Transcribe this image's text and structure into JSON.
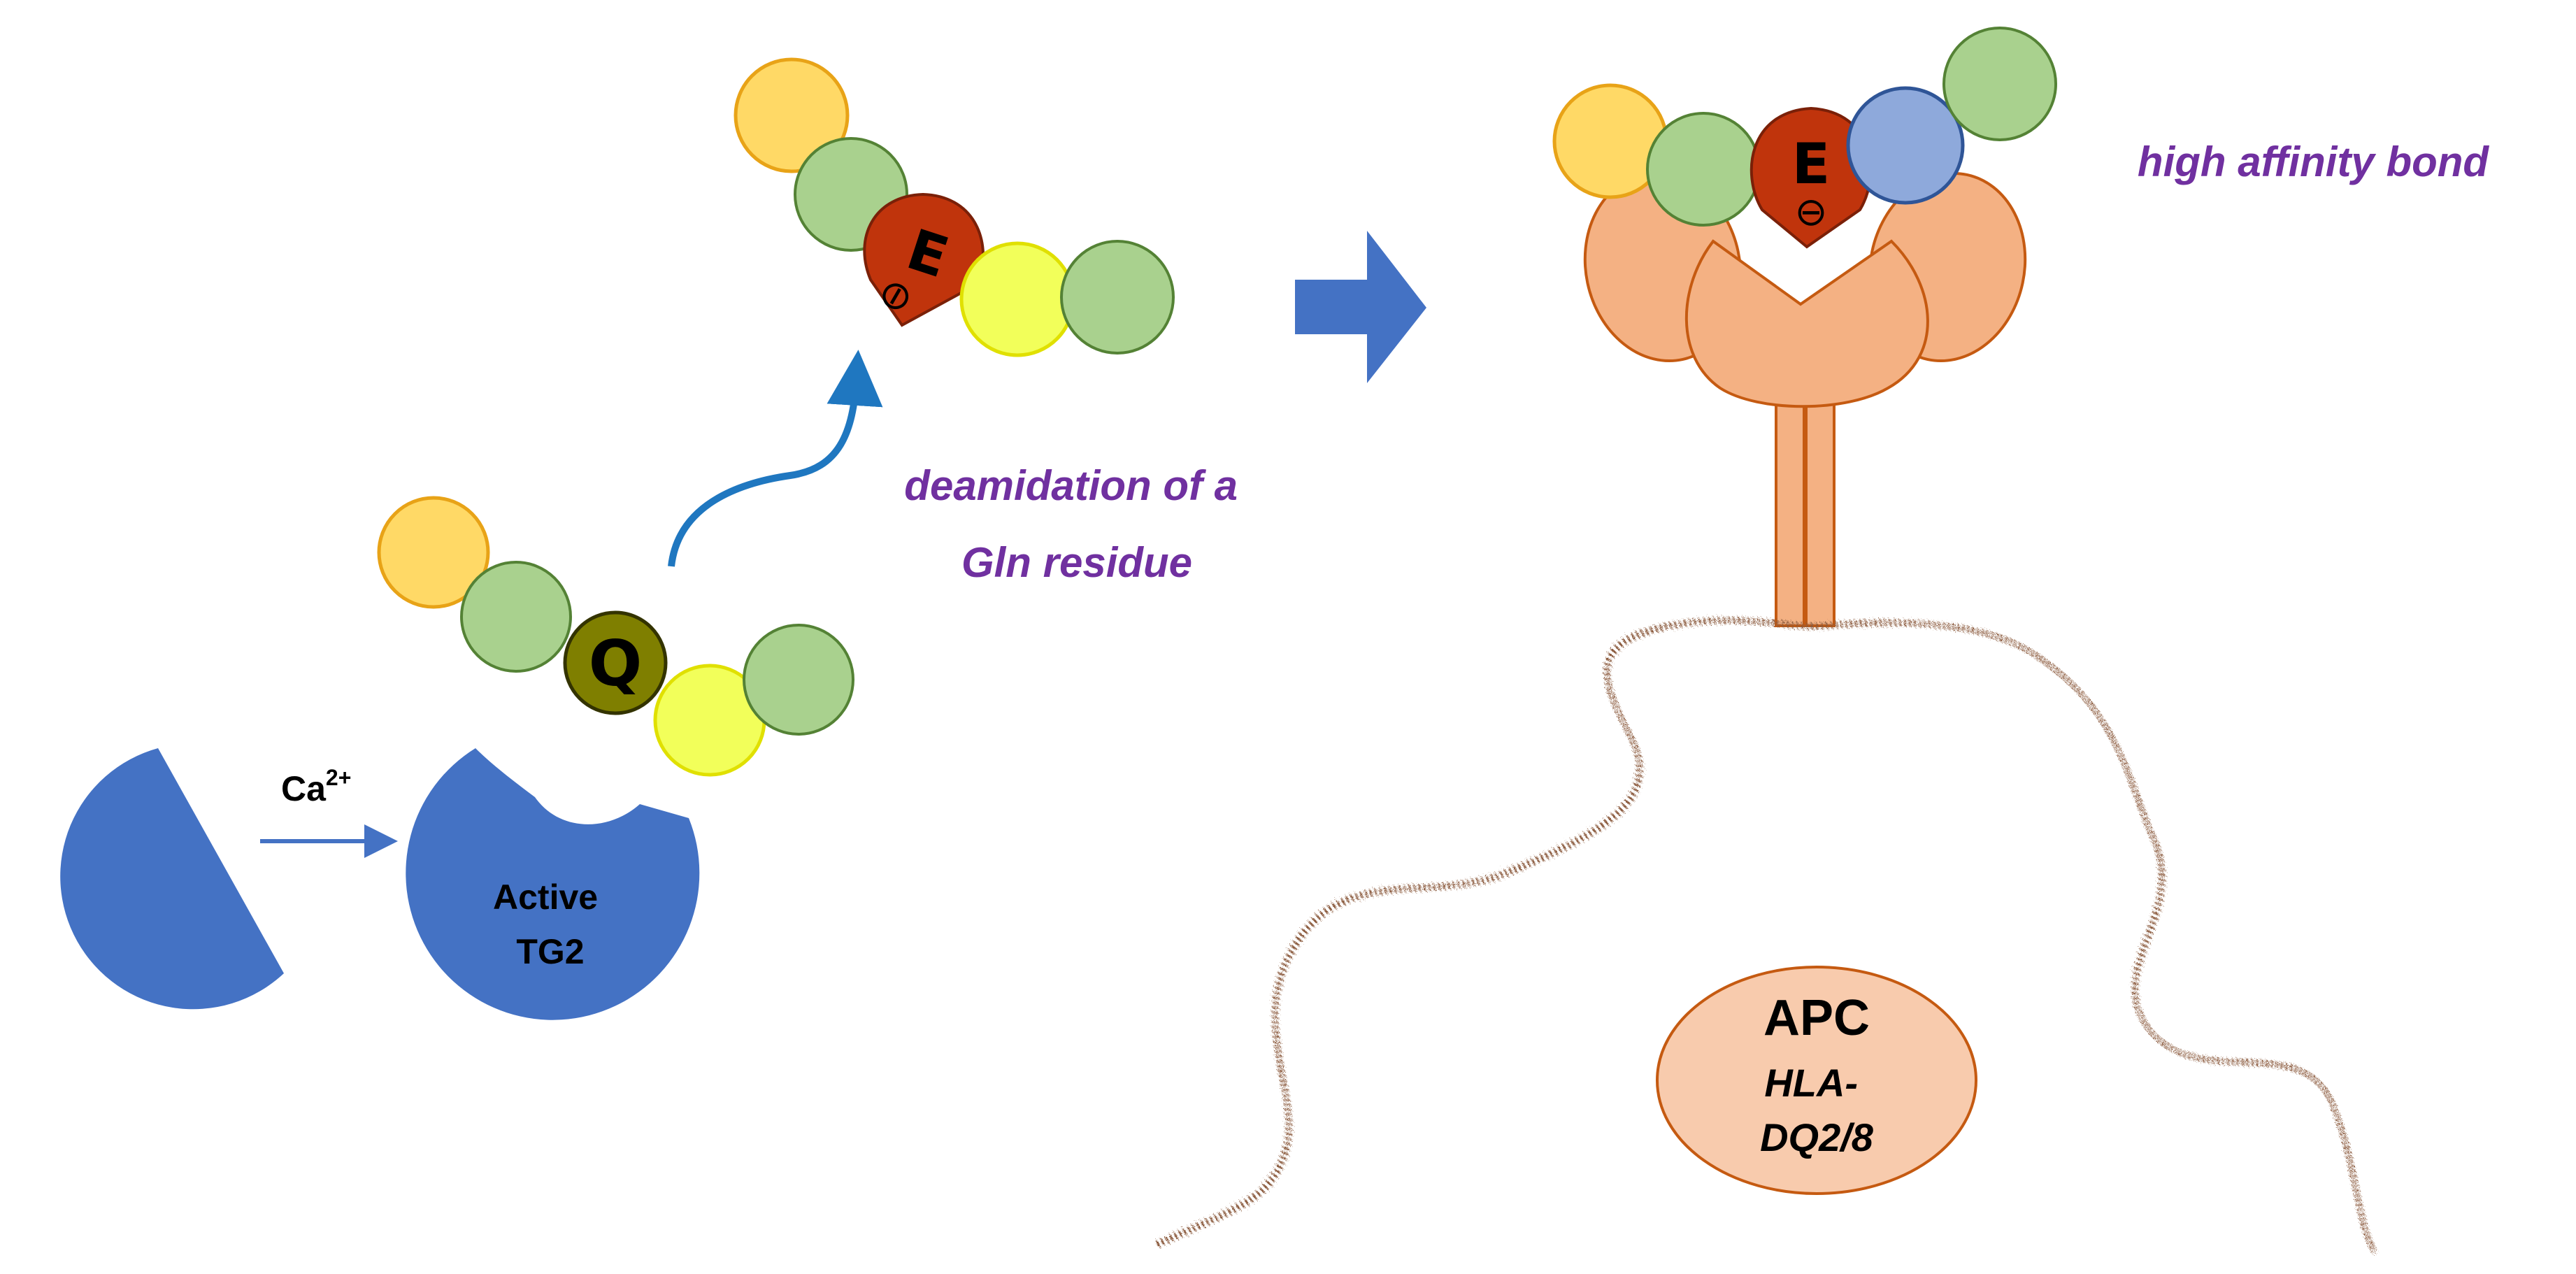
{
  "colors": {
    "enzyme_blue": "#4472C4",
    "arrow_blue": "#1F77C0",
    "peptide_orange": "#FFD966",
    "peptide_orange_stroke": "#E8A317",
    "peptide_green": "#A9D18E",
    "peptide_green_stroke": "#548235",
    "peptide_yellow": "#F2FF5A",
    "peptide_yellow_stroke": "#E0E000",
    "residue_q": "#7F7F00",
    "residue_e": "#C0340C",
    "peptide_blue": "#8EA9DB",
    "hla_fill": "#F4B183",
    "hla_stroke": "#C55A11",
    "apc_fill": "#F8CBAD",
    "membrane": "#8B5A3C",
    "label_purple": "#7030A0"
  },
  "inactive_enzyme": {
    "icon": "pac-shape"
  },
  "activation": {
    "ion_label": "Ca",
    "ion_charge": "2+"
  },
  "active_enzyme": {
    "label_line1": "Active",
    "label_line2": "TG2"
  },
  "native_peptide": {
    "residue_label": "Q"
  },
  "deamidated_peptide": {
    "residue_label": "E",
    "charge_symbol": "⊖"
  },
  "deamidation_label": {
    "line1": "deamidation of a",
    "line2": "Gln residue"
  },
  "bound_complex": {
    "residue_label": "E",
    "charge_symbol": "⊖",
    "bond_label": "high affinity bond"
  },
  "apc": {
    "title": "APC",
    "line1": "HLA-",
    "line2": "DQ2/8"
  }
}
